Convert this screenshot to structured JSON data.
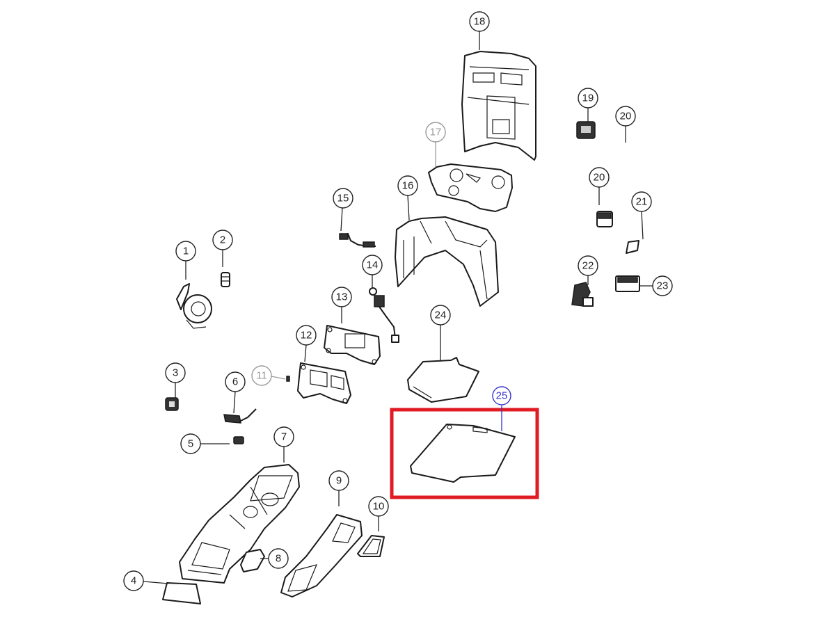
{
  "diagram": {
    "type": "exploded-parts-diagram",
    "subject": "Center console assembly",
    "highlight": {
      "color": "#e01b24",
      "target_callout": "25"
    },
    "callout_colors": {
      "default": "#222222",
      "muted": "#9a9a9a",
      "selected": "#3333cc"
    },
    "callouts": [
      {
        "id": "1",
        "label": "1",
        "style": "default"
      },
      {
        "id": "2",
        "label": "2",
        "style": "default"
      },
      {
        "id": "3",
        "label": "3",
        "style": "default"
      },
      {
        "id": "4",
        "label": "4",
        "style": "default"
      },
      {
        "id": "5",
        "label": "5",
        "style": "default"
      },
      {
        "id": "6",
        "label": "6",
        "style": "default"
      },
      {
        "id": "7",
        "label": "7",
        "style": "default"
      },
      {
        "id": "8",
        "label": "8",
        "style": "default"
      },
      {
        "id": "9",
        "label": "9",
        "style": "default"
      },
      {
        "id": "10",
        "label": "10",
        "style": "default"
      },
      {
        "id": "11",
        "label": "11",
        "style": "muted"
      },
      {
        "id": "12",
        "label": "12",
        "style": "default"
      },
      {
        "id": "13",
        "label": "13",
        "style": "default"
      },
      {
        "id": "14",
        "label": "14",
        "style": "default"
      },
      {
        "id": "15",
        "label": "15",
        "style": "default"
      },
      {
        "id": "16",
        "label": "16",
        "style": "default"
      },
      {
        "id": "17",
        "label": "17",
        "style": "muted"
      },
      {
        "id": "18",
        "label": "18",
        "style": "default"
      },
      {
        "id": "19",
        "label": "19",
        "style": "default"
      },
      {
        "id": "20a",
        "label": "20",
        "style": "default"
      },
      {
        "id": "20b",
        "label": "20",
        "style": "default"
      },
      {
        "id": "21",
        "label": "21",
        "style": "default"
      },
      {
        "id": "22",
        "label": "22",
        "style": "default"
      },
      {
        "id": "23",
        "label": "23",
        "style": "default"
      },
      {
        "id": "24",
        "label": "24",
        "style": "default"
      },
      {
        "id": "25",
        "label": "25",
        "style": "selected"
      }
    ]
  }
}
